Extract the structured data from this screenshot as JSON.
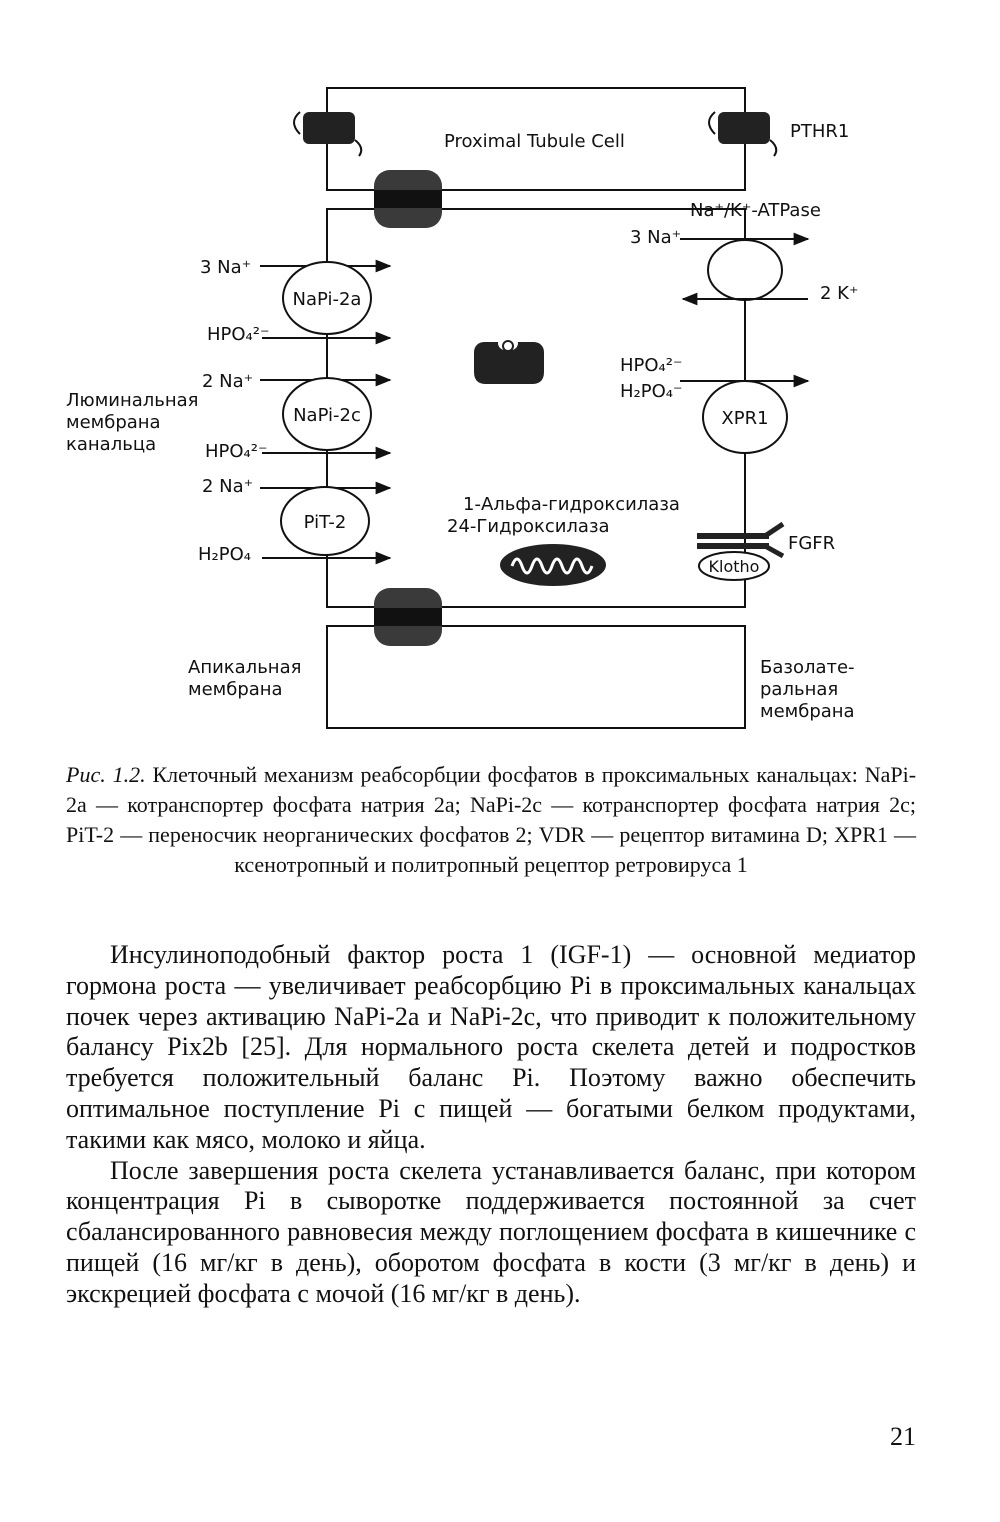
{
  "figure": {
    "cell_title": "Proximal Tubule Cell",
    "pthr1": "PTHR1",
    "atpase": "Na⁺/K⁺-ATPase",
    "na3_right": "3 Na⁺",
    "k2": "2 K⁺",
    "napi2a_in": "3 Na⁺",
    "napi2a": "NaPi-2a",
    "napi2a_hpo4": "HPO₄²⁻",
    "napi2c_in": "2 Na⁺",
    "napi2c": "NaPi-2c",
    "napi2c_hpo4": "HPO₄²⁻",
    "pit2_in": "2 Na⁺",
    "pit2": "PiT-2",
    "pit2_h2po4": "H₂PO₄",
    "luminal": [
      "Люминальная",
      "мембрана",
      "канальца"
    ],
    "hydroxylase1": "1-Альфа-гидроксилаза",
    "hydroxylase2": "24-Гидроксилаза",
    "xpr1_hpo4": "HPO₄²⁻",
    "xpr1_h2po4": "H₂PO₄⁻",
    "xpr1": "XPR1",
    "fgfr": "FGFR",
    "klotho": "Klotho",
    "apical": [
      "Апикальная",
      "мембрана"
    ],
    "basolateral": [
      "Базолате-",
      "ральная",
      "мембрана"
    ]
  },
  "caption": {
    "label": "Рис. 1.2.",
    "text": "Клеточный механизм реабсорбции фосфатов в проксимальных канальцах: NaPi-2a — котранспортер фосфата натрия 2a; NaPi-2c — котранспортер фосфата натрия 2c; PiT-2 — переносчик неорганических фосфатов 2; VDR — рецептор витамина D; XPR1 — ксенотропный и политропный рецептор ретровируса 1"
  },
  "body": {
    "p1": "Инсулиноподобный фактор роста 1 (IGF-1) — основной медиатор гормона роста — увеличивает реабсорбцию Pi в проксимальных канальцах почек через активацию NaPi-2a и NaPi-2c, что приводит к положительному балансу Pix2b [25]. Для нормального роста скелета детей и подростков требуется положительный баланс Pi. Поэтому важно обеспечить оптимальное поступление Pi с пищей — богатыми белком продуктами, такими как мясо, молоко и яйца.",
    "p2": "После завершения роста скелета устанавливается баланс, при котором концентрация Pi в сыворотке поддерживается постоянной за счет сбалансированного равновесия между поглощением фосфата в кишечнике с пищей (16 мг/кг в день), оборотом фосфата в кости (3 мг/кг в день) и экскрецией фосфата с мочой (16 мг/кг в день)."
  },
  "page_number": "21"
}
